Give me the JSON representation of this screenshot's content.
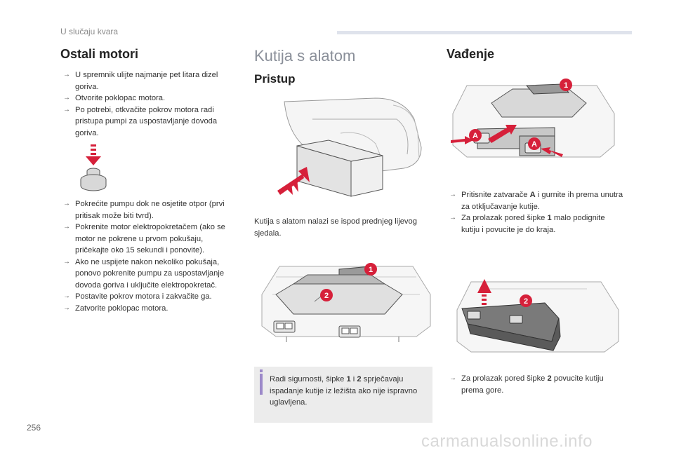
{
  "header": {
    "section": "U slučaju kvara"
  },
  "page_number": "256",
  "watermark": "carmanualsonline.info",
  "col1": {
    "title": "Ostali motori",
    "steps_a": [
      "U spremnik ulijte najmanje pet litara dizel goriva.",
      "Otvorite poklopac motora.",
      "Po potrebi, otkvačite pokrov motora radi pristupa pumpi za uspostavljanje dovoda goriva."
    ],
    "steps_b": [
      "Pokrećite pumpu dok ne osjetite otpor (prvi pritisak može biti tvrd).",
      "Pokrenite motor elektropokretačem (ako se motor ne pokrene u prvom pokušaju, pričekajte oko 15 sekundi i ponovite).",
      "Ako ne uspijete nakon nekoliko pokušaja, ponovo pokrenite pumpu za uspostavljanje dovoda goriva i uključite elektropokretač.",
      "Postavite pokrov motora i zakvačite ga.",
      "Zatvorite poklopac motora."
    ]
  },
  "col2": {
    "title": "Kutija s alatom",
    "subtitle": "Pristup",
    "text": "Kutija s alatom nalazi se ispod prednjeg lijevog sjedala.",
    "note": {
      "t1": "Radi sigurnosti, šipke ",
      "n1": "1",
      "t2": " i ",
      "n2": "2",
      "t3": " sprječavaju ispadanje kutije iz ležišta ako nije ispravno uglavljena."
    },
    "callouts": [
      "1",
      "2"
    ]
  },
  "col3": {
    "title": "Vađenje",
    "step1": {
      "t1": "Pritisnite zatvarače ",
      "b1": "A",
      "t2": " i gurnite ih prema unutra za otključavanje kutije."
    },
    "step2": {
      "t1": "Za prolazak pored šipke ",
      "b1": "1",
      "t2": " malo podignite kutiju i povucite je do kraja."
    },
    "step3": {
      "t1": "Za prolazak pored šipke ",
      "b1": "2",
      "t2": " povucite kutiju prema gore."
    },
    "callouts_top": [
      "1",
      "A",
      "A"
    ],
    "callouts_bottom": [
      "2"
    ]
  },
  "colors": {
    "callout": "#d6203a",
    "note_bg": "#ececec",
    "info_icon": "#9c89c9",
    "header_bar": "#dfe3ec"
  }
}
